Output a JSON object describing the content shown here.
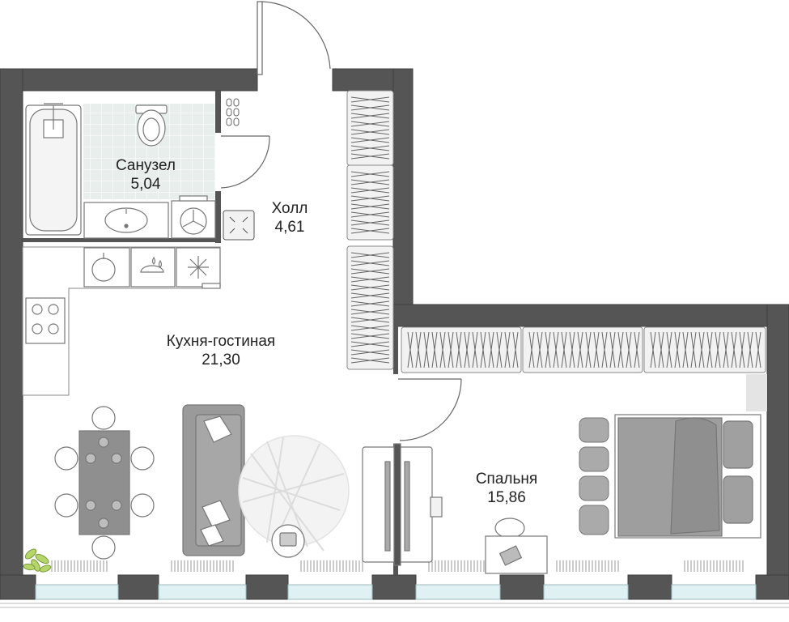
{
  "colors": {
    "wall": "#555555",
    "wall_outline": "#4a4a4a",
    "furniture_stroke": "#777777",
    "furniture_fill": "#f2f2f2",
    "furniture_dark": "#9a9a9a",
    "tile": "#e6ecea",
    "window_glass": "#dff1f2",
    "plant": "#b5d66a",
    "text": "#222222"
  },
  "rooms": [
    {
      "id": "bathroom",
      "name": "Санузел",
      "area": "5,04"
    },
    {
      "id": "hall",
      "name": "Холл",
      "area": "4,61"
    },
    {
      "id": "living",
      "name": "Кухня-гостиная",
      "area": "21,30"
    },
    {
      "id": "bedroom",
      "name": "Спальня",
      "area": "15,86"
    }
  ],
  "icons": {
    "bathtub": "bathtub-icon",
    "toilet": "toilet-icon",
    "sink": "sink-icon",
    "washer": "washing-machine-icon",
    "stove": "cooktop-icon",
    "dining": "dining-table-icon",
    "sofa": "sofa-icon",
    "rug": "round-rug-icon",
    "bed": "bed-icon",
    "plant": "plant-icon"
  }
}
